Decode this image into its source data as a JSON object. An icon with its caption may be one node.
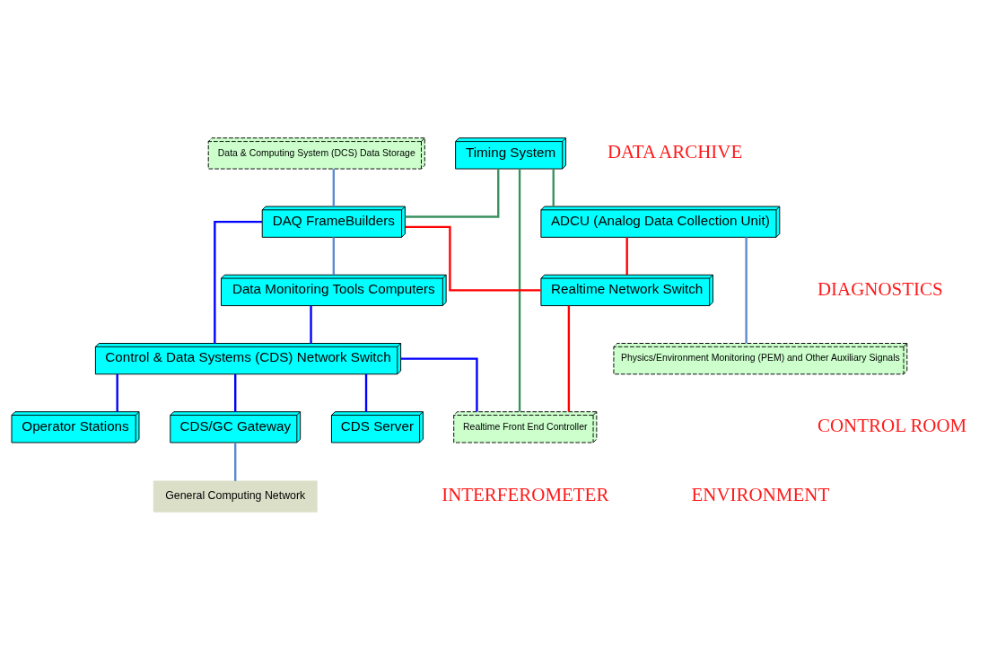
{
  "diagram": {
    "nodes": [
      {
        "text": [
          "Data & Computing System (DCS) Data Storage"
        ]
      },
      {
        "text": [
          "Timing System"
        ]
      },
      {
        "text": [
          "DAQ FrameBuilders"
        ]
      },
      {
        "text": [
          "Data Monitoring Tools Computers"
        ]
      },
      {
        "text": [
          "Realtime Network Switch"
        ]
      },
      {
        "text": [
          "Control & Data Systems (CDS) Network Switch"
        ]
      },
      {
        "text": [
          "CDS Server"
        ]
      },
      {
        "text": [
          "Operator Stations"
        ]
      },
      {
        "text": [
          "ADCU (Analog Data Collection Unit)"
        ]
      },
      {
        "text": [
          "Physics/Environment Monitoring (PEM) and Other Auxiliary Signals"
        ]
      },
      {
        "text": [
          "Realtime Front End Controller"
        ]
      },
      {
        "text": [
          "CDS/GC Gateway"
        ]
      },
      {
        "text": [
          "General Computing Network"
        ]
      }
    ],
    "edges": [
      {
        "from": 0,
        "to": 2,
        "arrow": "none",
        "color": "#5b8bd0"
      },
      {
        "from": 1,
        "to": 2,
        "arrow": "none",
        "color": "#3a9060"
      },
      {
        "from": 2,
        "to": 3,
        "arrow": "none",
        "color": "#5b8bd0"
      },
      {
        "from": 2,
        "to": 4,
        "arrow": "none",
        "color": "#ff0000"
      },
      {
        "from": 2,
        "to": 5,
        "arrow": "none"
      },
      {
        "from": 3,
        "to": 5,
        "arrow": "none"
      },
      {
        "from": 1,
        "to": 8,
        "arrow": "none",
        "color": "#3a9060"
      },
      {
        "from": 1,
        "to": 10,
        "arrow": "none",
        "color": "#3a9060"
      },
      {
        "from": 8,
        "to": 4,
        "arrow": "none",
        "color": "#ff0000"
      },
      {
        "from": 4,
        "to": 10,
        "arrow": "none",
        "color": "#ff0000"
      },
      {
        "from": 5,
        "to": 10,
        "arrow": "none"
      },
      {
        "from": 5,
        "to": 6,
        "arrow": "none"
      },
      {
        "from": 5,
        "to": 7,
        "arrow": "none"
      },
      {
        "from": 5,
        "to": 11,
        "arrow": "none"
      },
      {
        "from": 8,
        "to": 9,
        "arrow": "none",
        "color": "#5b8bd0"
      },
      {
        "from": 11,
        "to": 12,
        "arrow": "none",
        "color": "#5b8bd0"
      }
    ],
    "labels": [
      "DATA ARCHIVE",
      "DIAGNOSTICS",
      "CONTROL ROOM",
      "ENVIRONMENT",
      "INTERFEROMETER"
    ]
  }
}
